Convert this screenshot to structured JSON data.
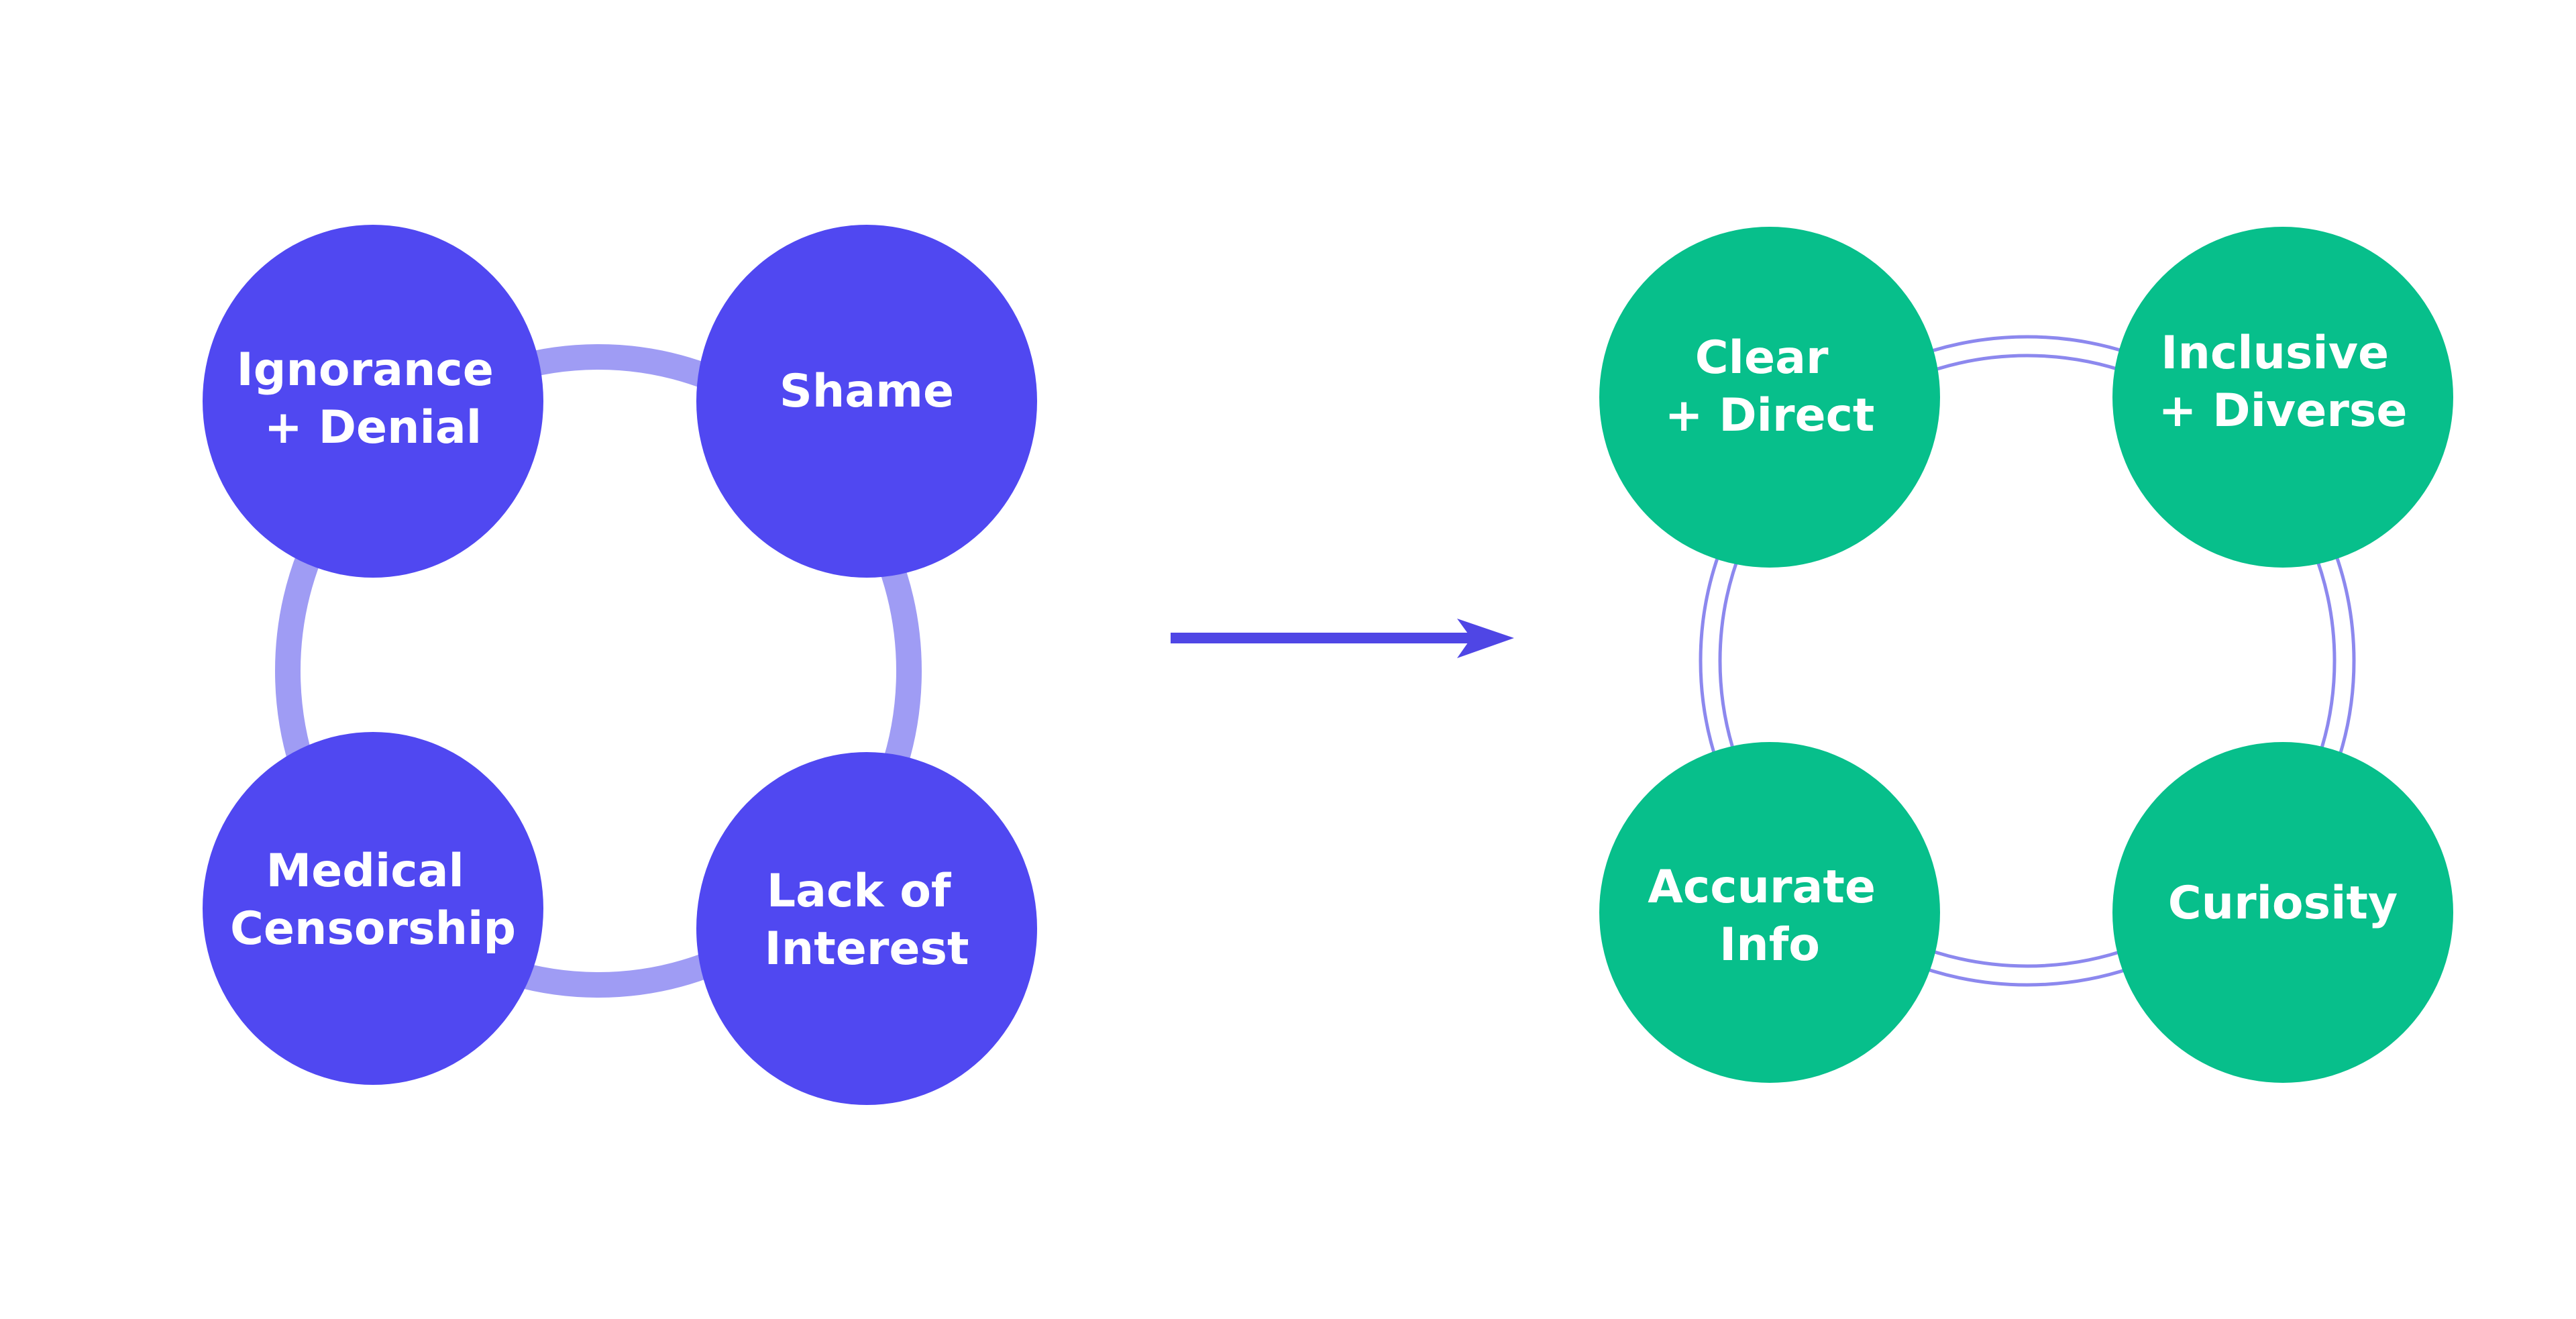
{
  "colors": {
    "background": "#ffffff",
    "before_node": "#5048f1",
    "before_ring": "#9f9cf4",
    "after_node": "#07bf8b",
    "after_ring": "#8c88ee",
    "arrow": "#4f46e5",
    "label": "#ffffff"
  },
  "before": {
    "nodes": [
      {
        "id": "ignorance-denial",
        "lines": [
          "Ignorance",
          "+ Denial"
        ]
      },
      {
        "id": "shame",
        "lines": [
          "Shame"
        ]
      },
      {
        "id": "medical-censorship",
        "lines": [
          "Medical",
          "Censorship"
        ]
      },
      {
        "id": "lack-of-interest",
        "lines": [
          "Lack of",
          "Interest"
        ]
      }
    ]
  },
  "transition": {
    "icon": "right-arrow-icon"
  },
  "after": {
    "nodes": [
      {
        "id": "clear-direct",
        "lines": [
          "Clear",
          "+ Direct"
        ]
      },
      {
        "id": "inclusive-diverse",
        "lines": [
          "Inclusive",
          "+ Diverse"
        ]
      },
      {
        "id": "accurate-info",
        "lines": [
          "Accurate",
          "Info"
        ]
      },
      {
        "id": "curiosity",
        "lines": [
          "Curiosity"
        ]
      }
    ]
  }
}
